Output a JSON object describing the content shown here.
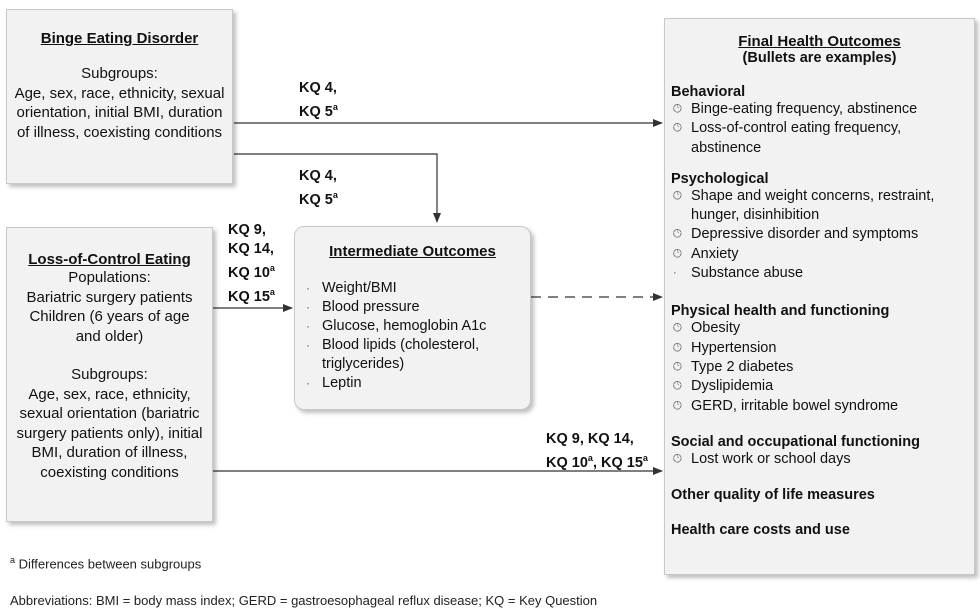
{
  "binge": {
    "title": "Binge Eating Disorder",
    "subgroups_label": "Subgroups:",
    "subgroups_text": "Age, sex, race, ethnicity, sexual orientation, initial BMI, duration of illness, coexisting conditions"
  },
  "loc": {
    "title": "Loss-of-Control Eating",
    "populations_label": "Populations:",
    "populations": [
      "Bariatric surgery patients",
      "Children (6 years of age and older)"
    ],
    "subgroups_label": "Subgroups:",
    "subgroups_text": "Age, sex, race, ethnicity, sexual orientation (bariatric surgery patients only), initial BMI, duration of illness, coexisting conditions"
  },
  "intermediate": {
    "title": "Intermediate Outcomes",
    "items": [
      "Weight/BMI",
      "Blood pressure",
      "Glucose, hemoglobin A1c",
      "Blood lipids (cholesterol, triglycerides)",
      "Leptin"
    ]
  },
  "final": {
    "title": "Final Health Outcomes",
    "subtitle": "(Bullets are examples)",
    "sections": [
      {
        "heading": "Behavioral",
        "items": [
          "Binge-eating frequency, abstinence",
          "Loss-of-control eating frequency, abstinence"
        ]
      },
      {
        "heading": "Psychological",
        "items": [
          "Shape and weight concerns, restraint, hunger, disinhibition",
          "Depressive disorder and symptoms",
          "Anxiety",
          "Substance abuse"
        ]
      },
      {
        "heading": "Physical health and functioning",
        "items": [
          "Obesity",
          "Hypertension",
          "Type 2 diabetes",
          "Dyslipidemia",
          "GERD, irritable bowel syndrome"
        ]
      },
      {
        "heading": "Social and occupational functioning",
        "items": [
          "Lost work or school days"
        ]
      },
      {
        "heading": "Other quality of life measures",
        "items": []
      },
      {
        "heading": "Health care costs and use",
        "items": []
      }
    ]
  },
  "kq_labels": {
    "top_line1": "KQ 4,",
    "top_line2": "KQ 5",
    "top_sup": "a",
    "mid_line1": "KQ 4,",
    "mid_line2": "KQ 5",
    "mid_sup": "a",
    "left_line1": "KQ 9,",
    "left_line2": "KQ 14,",
    "left_line3": "KQ 10",
    "left_sup3": "a",
    "left_line4": "KQ 15",
    "left_sup4": "a",
    "bottom_line1": "KQ 9, KQ 14,",
    "bottom_line2a": "KQ 10",
    "bottom_sup2a": "a",
    "bottom_line2b": ", KQ 15",
    "bottom_sup2b": "a"
  },
  "footnotes": {
    "a_marker": "a",
    "a_text": " Differences between subgroups",
    "abbrev": "Abbreviations: BMI = body mass index; GERD = gastroesophageal reflux disease; KQ = Key Question"
  },
  "colors": {
    "box_fill": "#f2f2f2",
    "box_border": "#c8c8c8",
    "line": "#333333"
  }
}
